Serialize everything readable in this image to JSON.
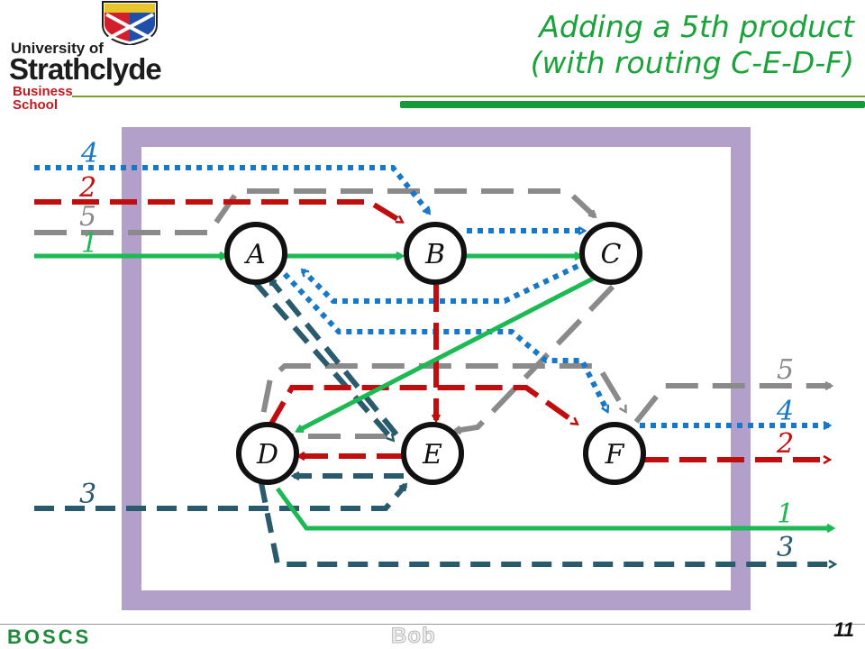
{
  "header": {
    "logo_line1": "University of",
    "logo_line2": "Strathclyde",
    "logo_line3": "Business",
    "logo_line4": "School",
    "title_line1": "Adding a 5th product",
    "title_line2": "(with routing C-E-D-F)"
  },
  "diagram": {
    "machines": {
      "a": "A",
      "b": "B",
      "c": "C",
      "d": "D",
      "e": "E",
      "f": "F"
    },
    "products": {
      "p1": {
        "name": "1",
        "color": "#1db954"
      },
      "p2": {
        "name": "2",
        "color": "#c00d0d"
      },
      "p3": {
        "name": "3",
        "color": "#2a5b6c"
      },
      "p4": {
        "name": "4",
        "color": "#1878c8"
      },
      "p5": {
        "name": "5",
        "color": "#8a8a8a"
      }
    },
    "frame_color": "#b3a0ca"
  },
  "footer": {
    "brand": "BOSCS",
    "author": "Bob",
    "page_number": "11"
  }
}
